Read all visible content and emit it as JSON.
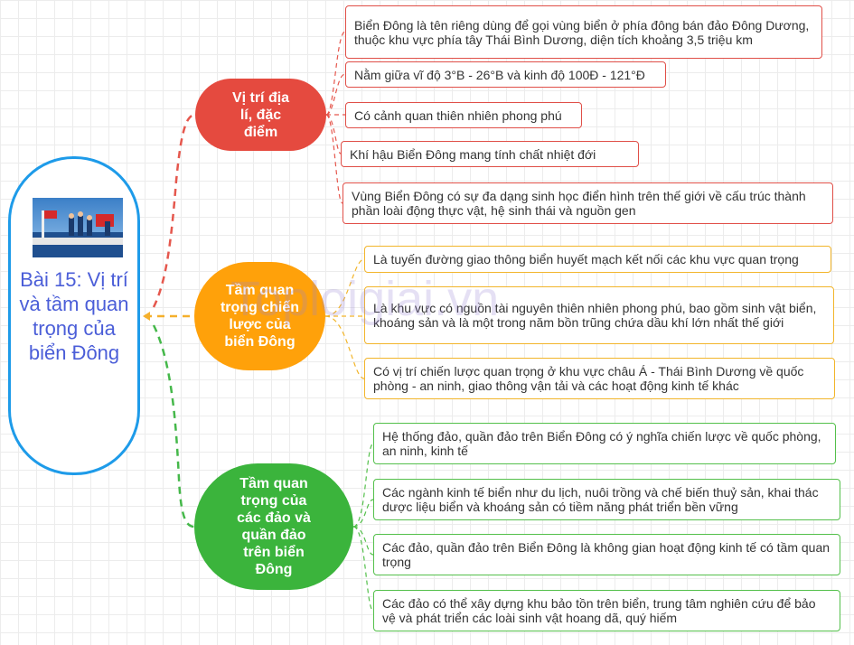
{
  "central_title": "Bài 15: Vị trí và tầm quan trọng của biển Đông",
  "watermark": "Toploigiai.vn",
  "colors": {
    "central_border": "#1e9be9",
    "central_text": "#4b5ed8",
    "red": "#e54a3f",
    "orange": "#ffa10a",
    "green": "#3bb43c"
  },
  "branches": [
    {
      "label": "Vị trí địa lí, đặc điểm",
      "items": [
        "Biển Đông là tên riêng dùng để gọi vùng biển ở phía đông bán đảo Đông Dương, thuộc khu vực phía tây Thái Bình Dương, diện tích khoảng 3,5 triệu km",
        "Nằm giữa vĩ độ 3°B - 26°B và kinh độ 100Đ - 121°Đ",
        "Có cảnh quan thiên nhiên phong phú",
        "Khí hậu Biển Đông mang tính chất nhiệt đới",
        "Vùng Biển Đông có sự đa dạng sinh học điển hình trên thế giới về cấu trúc thành phần loài động thực vật, hệ sinh thái và nguồn gen"
      ]
    },
    {
      "label": "Tầm quan trọng chiến lược của biển Đông",
      "items": [
        "Là tuyến đường giao thông biển huyết mạch kết nối các khu vực quan trọng",
        "Là khu vực có nguồn tài nguyên thiên nhiên phong phú, bao gồm sinh vật biển, khoáng sản và là một trong năm bồn trũng chứa dầu khí lớn nhất thế giới",
        "Có vị trí chiến lược quan trọng ở khu vực châu Á - Thái Bình Dương về quốc phòng - an ninh, giao thông vận tải và các hoạt động kinh tế khác"
      ]
    },
    {
      "label": "Tầm quan trọng của các đảo và quần đảo trên biển Đông",
      "items": [
        "Hệ thống đảo, quần đảo trên Biển Đông có ý nghĩa chiến lược về quốc phòng, an ninh, kinh tế",
        "Các ngành kinh tế biển như du lịch, nuôi trồng và chế biến thuỷ sản, khai thác dược liệu biển và khoáng sản có tiềm năng phát triển bền vững",
        "Các đảo, quần đảo trên Biển Đông là không gian hoạt động kinh tế có tầm quan trọng",
        "Các đảo có thể xây dựng khu bảo tồn trên biển, trung tâm nghiên cứu để bảo vệ và phát triển các loài sinh vật hoang dã, quý hiếm"
      ]
    }
  ]
}
